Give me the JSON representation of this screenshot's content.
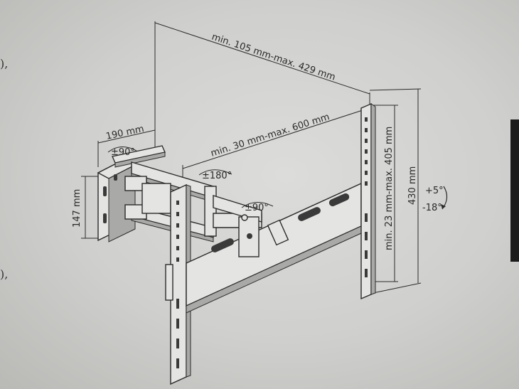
{
  "diagram": {
    "labels": {
      "wall_depth": "190 mm",
      "wall_height": "147 mm",
      "extension_outer": "min. 105 mm-max. 429 mm",
      "extension_inner": "min. 30 mm-max. 600 mm",
      "plate_spacing": "min. 23 mm-max. 405 mm",
      "plate_height": "430 mm",
      "swivel_wall": "±90°",
      "swivel_middle": "±180°",
      "swivel_tv": "±90°",
      "tilt_up": "+5°",
      "tilt_down": "-18°"
    },
    "edge_marks": {
      "top": "),",
      "bottom": "),"
    }
  }
}
